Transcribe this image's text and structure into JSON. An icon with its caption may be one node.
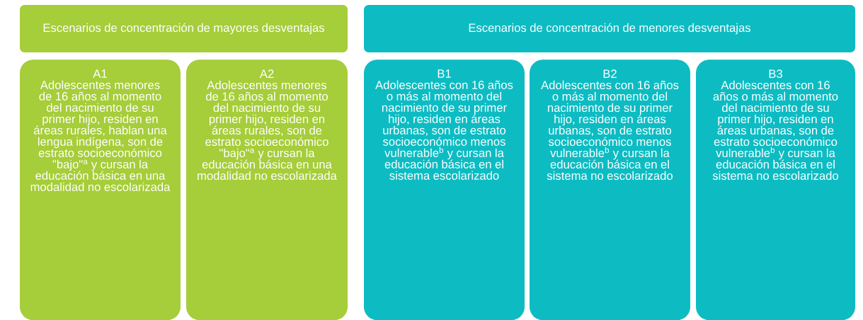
{
  "diagram": {
    "nodes": [
      {
        "text": [
          "Escenarios de concentración de mayores desventajas"
        ]
      },
      {
        "text": [
          "Escenarios de concentración de menores desventajas"
        ]
      },
      {
        "text": [
          "A1",
          "Adolescentes menores de 16 años al momento del nacimiento de su primer hijo, residen en áreas rurales, hablan una lengua indígena, son de estrato socioeconómico \"bajo\"$^{a}$ y cursan la educación básica en una modalidad no escolarizada"
        ]
      },
      {
        "text": [
          "A2",
          "Adolescentes menores de 16 años al momento del nacimiento de su primer hijo, residen en áreas rurales, son de estrato socioeconómico \"bajo\"$^{a}$ y cursan la educación básica en una modalidad no escolarizada"
        ]
      },
      {
        "text": [
          "B1",
          "Adolescentes con 16 años o más al momento del nacimiento de su primer hijo, residen en áreas urbanas, son de estrato socioeconómico menos vulnerable$^{b}$ y cursan la educación básica en el sistema escolarizado"
        ]
      },
      {
        "text": [
          "B2",
          "Adolescentes con 16 años o más al momento del nacimiento de su primer hijo, residen en áreas urbanas, son de estrato socioeconómico menos vulnerable$^{b}$ y cursan la educación básica en el sistema no escolarizado"
        ]
      },
      {
        "text": [
          "B3",
          "Adolescentes con 16 años o más al momento del nacimiento de su primer hijo, residen en áreas urbanas, son de estrato socioeconómico vulnerable$^{b}$ y cursan la educación básica en el sistema no escolarizado"
        ]
      }
    ]
  }
}
